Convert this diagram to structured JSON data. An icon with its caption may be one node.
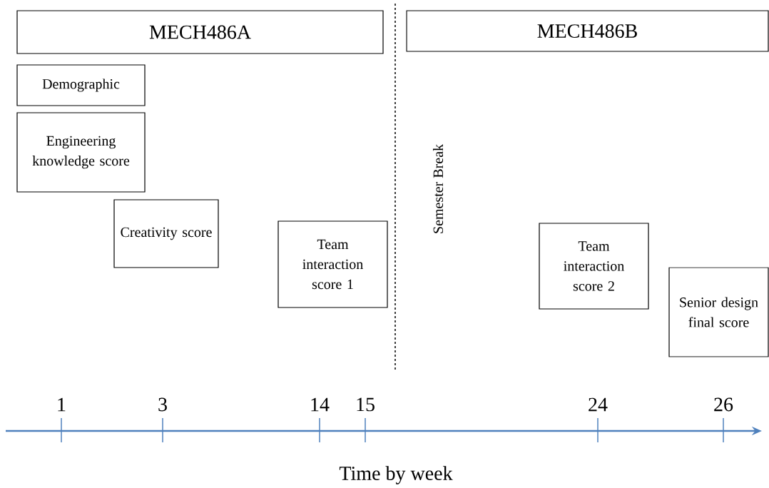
{
  "diagram": {
    "nodes": [
      {
        "text": [
          "MECH486A"
        ]
      },
      {
        "text": [
          "MECH486B"
        ]
      },
      {
        "text": [
          "Demographic"
        ]
      },
      {
        "text": [
          "Engineering knowledge score"
        ]
      },
      {
        "text": [
          "Creativity score"
        ]
      },
      {
        "text": [
          "Team interaction score 1"
        ]
      },
      {
        "text": [
          "Team interaction score 2"
        ]
      },
      {
        "text": [
          "Senior design final score"
        ]
      }
    ],
    "labels": [
      "Semester Break",
      "1",
      "3",
      "14",
      "15",
      "24",
      "26",
      "Time by week"
    ]
  }
}
